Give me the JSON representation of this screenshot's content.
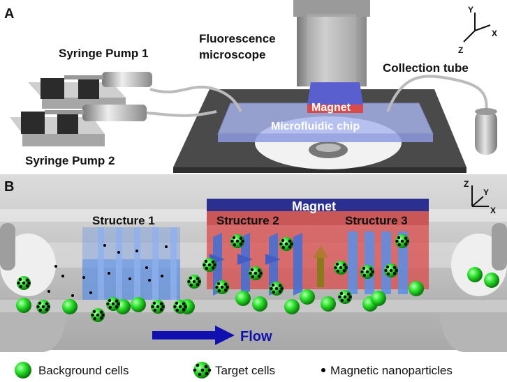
{
  "panel_a": {
    "label": "A",
    "syringe_pump_1": "Syringe Pump 1",
    "syringe_pump_2": "Syringe Pump 2",
    "microscope": [
      "Fluorescence",
      "microscope"
    ],
    "collection_tube": "Collection tube",
    "magnet": "Magnet",
    "chip": "Microfluidic chip",
    "axes": {
      "y": "Y",
      "x": "X",
      "z": "Z"
    }
  },
  "panel_b": {
    "label": "B",
    "magnet": "Magnet",
    "structure_1": "Structure 1",
    "structure_2": "Structure 2",
    "structure_3": "Structure 3",
    "flow": "Flow",
    "axes": {
      "z": "Z",
      "y": "Y",
      "x": "X"
    }
  },
  "legend": {
    "background_cells": "Background cells",
    "target_cells": "Target cells",
    "nanoparticles": "Magnetic nanoparticles"
  },
  "colors": {
    "magnet_blue": "#2b2f8f",
    "magnet_red": "#d94a4a",
    "flow_arrow": "#1010b0",
    "cell_green": "#22cc22",
    "structure_blue": "#5b8fe6",
    "chip_blue": "#a9b6f0"
  }
}
